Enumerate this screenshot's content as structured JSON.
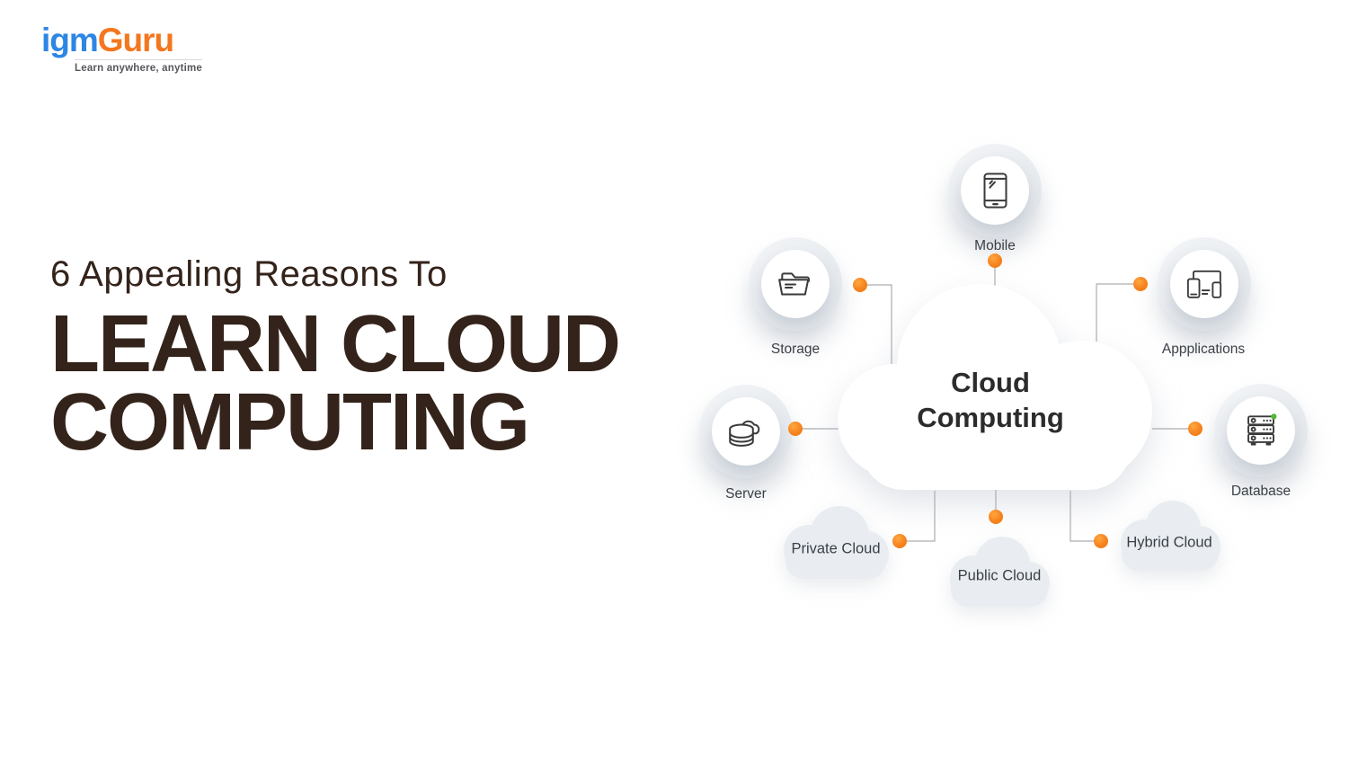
{
  "logo": {
    "part1": "igm",
    "part2": "Guru",
    "tagline": "Learn anywhere, anytime"
  },
  "headline": {
    "kicker": "6 Appealing Reasons To",
    "title_line1": "LEARN CLOUD",
    "title_line2": "COMPUTING"
  },
  "diagram": {
    "center": {
      "line1": "Cloud",
      "line2": "Computing"
    },
    "nodes": [
      {
        "id": "mobile",
        "label": "Mobile",
        "icon": "smartphone-icon"
      },
      {
        "id": "storage",
        "label": "Storage",
        "icon": "open-folder-icon"
      },
      {
        "id": "applications",
        "label": "Appplications",
        "icon": "devices-icon"
      },
      {
        "id": "server",
        "label": "Server",
        "icon": "cloud-server-icon"
      },
      {
        "id": "database",
        "label": "Database",
        "icon": "server-rack-icon"
      }
    ],
    "cloud_types": [
      {
        "id": "private",
        "label": "Private Cloud"
      },
      {
        "id": "public",
        "label": "Public Cloud"
      },
      {
        "id": "hybrid",
        "label": "Hybrid Cloud"
      }
    ]
  },
  "colors": {
    "accent_orange": "#f58220",
    "logo_blue": "#2d86e4",
    "logo_orange": "#f4771f",
    "headline_brown": "#33231a",
    "status_green": "#53b838",
    "connector_gray": "#aaadb0",
    "node_gray": "#e9ecf0",
    "mini_cloud_gray": "#e9edf1"
  }
}
